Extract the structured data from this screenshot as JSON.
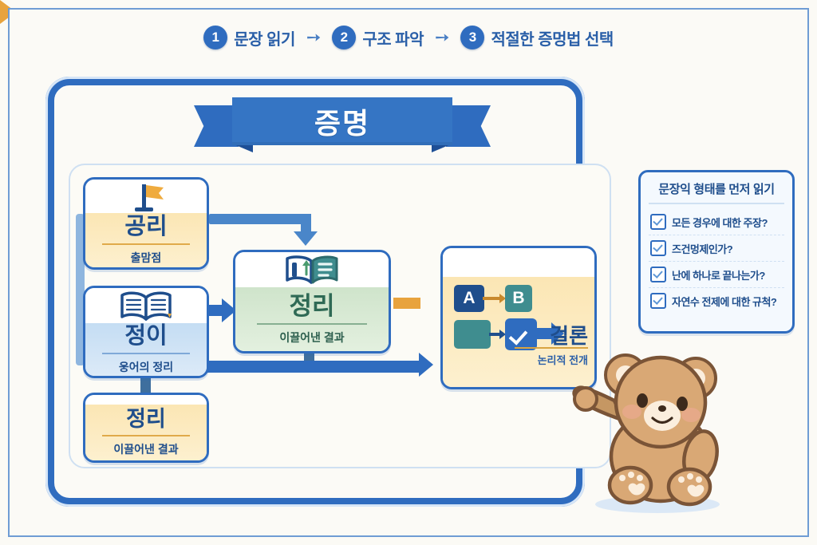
{
  "header": {
    "steps": [
      {
        "num": "1",
        "label": "문장 읽기"
      },
      {
        "num": "2",
        "label": "구조 파악"
      },
      {
        "num": "3",
        "label": "적절한 증멍법 선택"
      }
    ],
    "arrow_glyph": "➙"
  },
  "banner": {
    "title": "증명"
  },
  "cards": {
    "axiom": {
      "title": "공리",
      "sub": "출맘점",
      "icon": "flag-icon"
    },
    "definition": {
      "title": "정이",
      "sub": "웅어의 정리",
      "icon": "open-book-icon"
    },
    "theorem_small": {
      "title": "정리",
      "sub": "이끌어낸 결과",
      "icon": "none"
    },
    "theorem": {
      "title": "정리",
      "sub": "이끌어낸 결과",
      "icon": "book-arrow-icon"
    },
    "conclusion": {
      "title": "걸론",
      "sub": "논리적 전개",
      "box_a": "A",
      "box_b": "B",
      "icon": "logic-flow-icon"
    }
  },
  "checklist": {
    "title": "문장익 형태를 먼저 읽기",
    "items": [
      {
        "text": "모든 경우에 대한 주장?",
        "checked": true
      },
      {
        "text": "즈건멍제인가?",
        "checked": true
      },
      {
        "text": "난에 하나로 끝나는가?",
        "checked": true
      },
      {
        "text": "자연수 전제에 대한 규척?",
        "checked": true
      }
    ]
  },
  "mascot": {
    "name": "pointing-bear"
  },
  "colors": {
    "frame_blue": "#2f6cbf",
    "accent_blue": "#4a86c9",
    "accent_orange": "#e8a33d",
    "card_yellow": "#fbe6b4",
    "card_green": "#cfe4cb",
    "card_blue": "#c4ddf3",
    "page_bg": "#fbfaf6"
  }
}
